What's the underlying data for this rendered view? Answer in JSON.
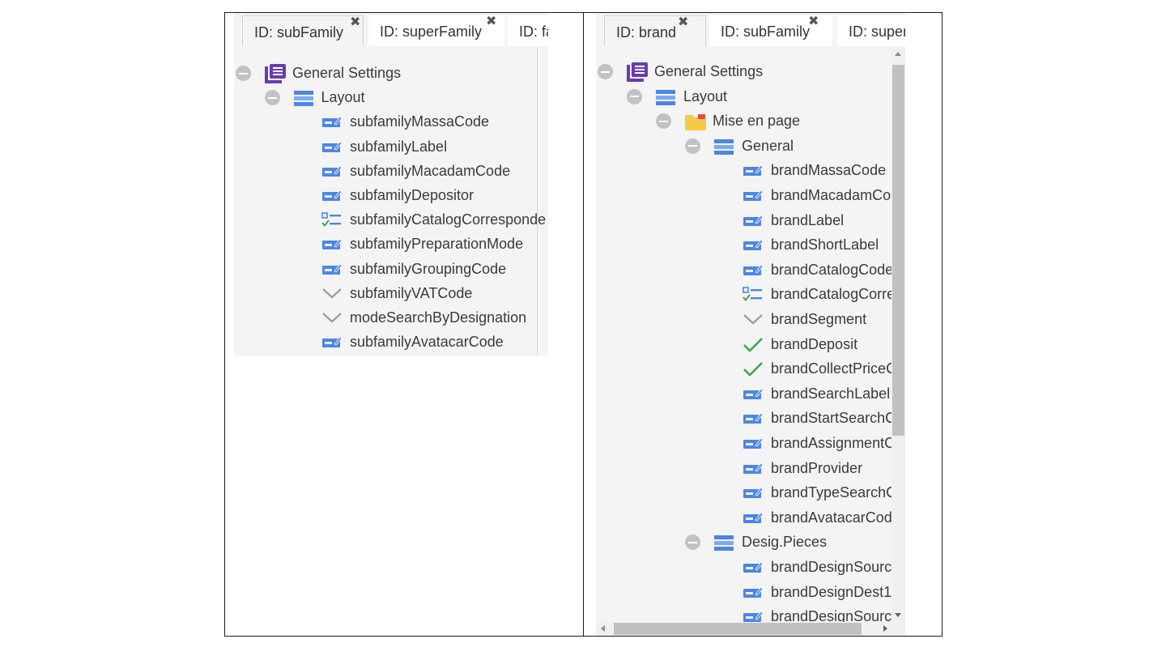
{
  "left_pane": {
    "tabs": [
      {
        "label": "ID: subFamily",
        "active": true
      },
      {
        "label": "ID: superFamily",
        "active": false
      },
      {
        "label": "ID: fa",
        "active": false
      }
    ],
    "tree": [
      {
        "label": "General Settings",
        "icon": "settings-book-icon",
        "level": 0,
        "collapsible": true
      },
      {
        "label": "Layout",
        "icon": "layout-icon",
        "level": 1,
        "collapsible": true
      },
      {
        "label": "subfamilyMassaCode",
        "icon": "text-field-icon",
        "level": 2
      },
      {
        "label": "subfamilyLabel",
        "icon": "text-field-icon",
        "level": 2
      },
      {
        "label": "subfamilyMacadamCode",
        "icon": "text-field-icon",
        "level": 2
      },
      {
        "label": "subfamilyDepositor",
        "icon": "text-field-icon",
        "level": 2
      },
      {
        "label": "subfamilyCatalogCorresponde",
        "icon": "checklist-icon",
        "level": 2
      },
      {
        "label": "subfamilyPreparationMode",
        "icon": "text-field-icon",
        "level": 2
      },
      {
        "label": "subfamilyGroupingCode",
        "icon": "text-field-icon",
        "level": 2
      },
      {
        "label": "subfamilyVATCode",
        "icon": "dropdown-chevron-icon",
        "level": 2
      },
      {
        "label": "modeSearchByDesignation",
        "icon": "dropdown-chevron-icon",
        "level": 2
      },
      {
        "label": "subfamilyAvatacarCode",
        "icon": "text-field-icon",
        "level": 2
      }
    ]
  },
  "right_pane": {
    "tabs": [
      {
        "label": "ID: brand",
        "active": true
      },
      {
        "label": "ID: subFamily",
        "active": false
      },
      {
        "label": "ID: super",
        "active": false
      }
    ],
    "tree": [
      {
        "label": "General Settings",
        "icon": "settings-book-icon",
        "level": 0,
        "collapsible": true
      },
      {
        "label": "Layout",
        "icon": "layout-icon",
        "level": 1,
        "collapsible": true
      },
      {
        "label": "Mise en page",
        "icon": "folder-icon",
        "level": 2,
        "collapsible": true
      },
      {
        "label": "General",
        "icon": "layout-icon",
        "level": 3,
        "collapsible": true
      },
      {
        "label": "brandMassaCode",
        "icon": "text-field-icon",
        "level": 4
      },
      {
        "label": "brandMacadamCo",
        "icon": "text-field-icon",
        "level": 4
      },
      {
        "label": "brandLabel",
        "icon": "text-field-icon",
        "level": 4
      },
      {
        "label": "brandShortLabel",
        "icon": "text-field-icon",
        "level": 4
      },
      {
        "label": "brandCatalogCode",
        "icon": "text-field-icon",
        "level": 4
      },
      {
        "label": "brandCatalogCorre",
        "icon": "checklist-icon",
        "level": 4
      },
      {
        "label": "brandSegment",
        "icon": "dropdown-chevron-icon",
        "level": 4
      },
      {
        "label": "brandDeposit",
        "icon": "checkmark-icon",
        "level": 4
      },
      {
        "label": "brandCollectPriceC",
        "icon": "checkmark-icon",
        "level": 4
      },
      {
        "label": "brandSearchLabel",
        "icon": "text-field-icon",
        "level": 4
      },
      {
        "label": "brandStartSearchC",
        "icon": "text-field-icon",
        "level": 4
      },
      {
        "label": "brandAssignmentC",
        "icon": "text-field-icon",
        "level": 4
      },
      {
        "label": "brandProvider",
        "icon": "text-field-icon",
        "level": 4
      },
      {
        "label": "brandTypeSearchC",
        "icon": "text-field-icon",
        "level": 4
      },
      {
        "label": "brandAvatacarCod",
        "icon": "text-field-icon",
        "level": 4
      },
      {
        "label": "Desig.Pieces",
        "icon": "layout-icon",
        "level": 3,
        "collapsible": true
      },
      {
        "label": "brandDesignSourc",
        "icon": "text-field-icon",
        "level": 4
      },
      {
        "label": "brandDesignDest1",
        "icon": "text-field-icon",
        "level": 4
      },
      {
        "label": "brandDesignSourc",
        "icon": "text-field-icon",
        "level": 4
      }
    ]
  },
  "colors": {
    "field_blue": "#4a86e8",
    "settings_purple": "#6a3bb0",
    "folder_yellow": "#f7c948",
    "folder_red": "#e84a3c",
    "check_green": "#3aa757",
    "chevron_gray": "#9e9e9e"
  }
}
